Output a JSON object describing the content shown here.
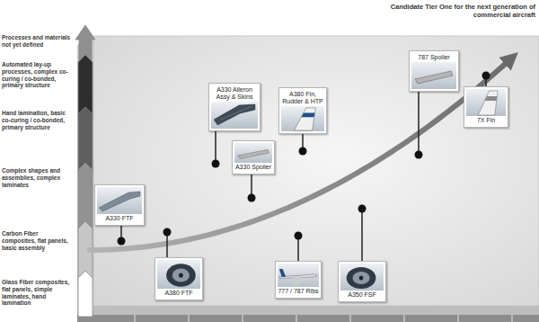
{
  "diagram": {
    "title": "Candidate Tier One for the next generation of commercial aircraft",
    "nodes": [
      {
        "text": [
          "A330 FTF"
        ]
      },
      {
        "text": [
          "A380 FTF"
        ]
      },
      {
        "text": [
          "A330 Aileron Assy & Skins"
        ]
      },
      {
        "text": [
          "A330 Spoiler"
        ]
      },
      {
        "text": [
          "A380 Fin, Rudder & HTP"
        ]
      },
      {
        "text": [
          "777 / 787 Ribs"
        ]
      },
      {
        "text": [
          "A350 FSF"
        ]
      },
      {
        "text": [
          "787 Spoiler"
        ]
      },
      {
        "text": [
          "7X Fin"
        ]
      }
    ],
    "labels": [
      "Processes and materials not yet defined",
      "Automated lay-up processes, complex co-curing / co-bonded, primary structure",
      "Hand lamination, basic co-curing / co-bonded, primary structure",
      "Complex shapes and assemblies, complex laminates",
      "Carbon Fiber composites, flat panels, basic assembly",
      "Glass Fiber composites, flat panels, simple laminates, hand lamination"
    ]
  }
}
